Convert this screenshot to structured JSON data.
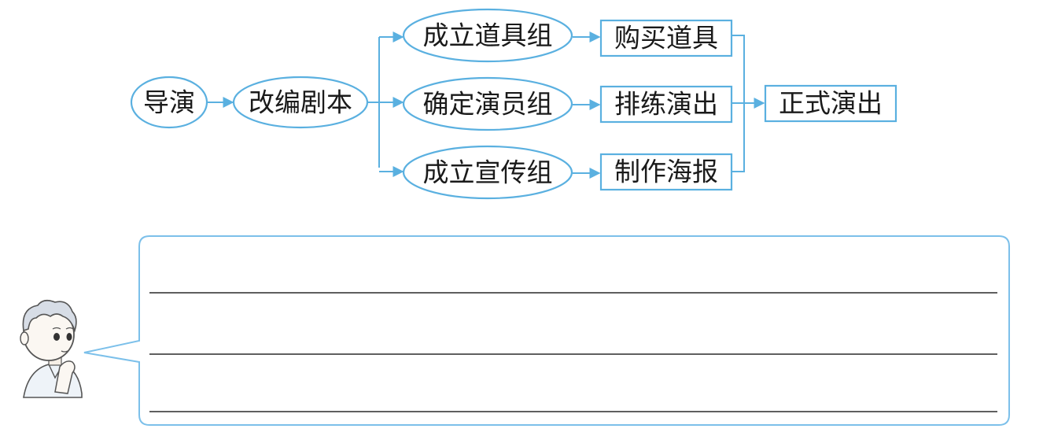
{
  "flowchart": {
    "director": "导演",
    "adapt_script": "改编剧本",
    "groups": [
      {
        "group": "成立道具组",
        "task": "购买道具"
      },
      {
        "group": "确定演员组",
        "task": "排练演出"
      },
      {
        "group": "成立宣传组",
        "task": "制作海报"
      }
    ],
    "final": "正式演出"
  },
  "answer_area": {
    "line_count": 3
  },
  "colors": {
    "outline": "#5ab0e0",
    "bubble_outline": "#7cc0ea",
    "text": "#1a1a1a",
    "line": "#2a2a2a"
  }
}
